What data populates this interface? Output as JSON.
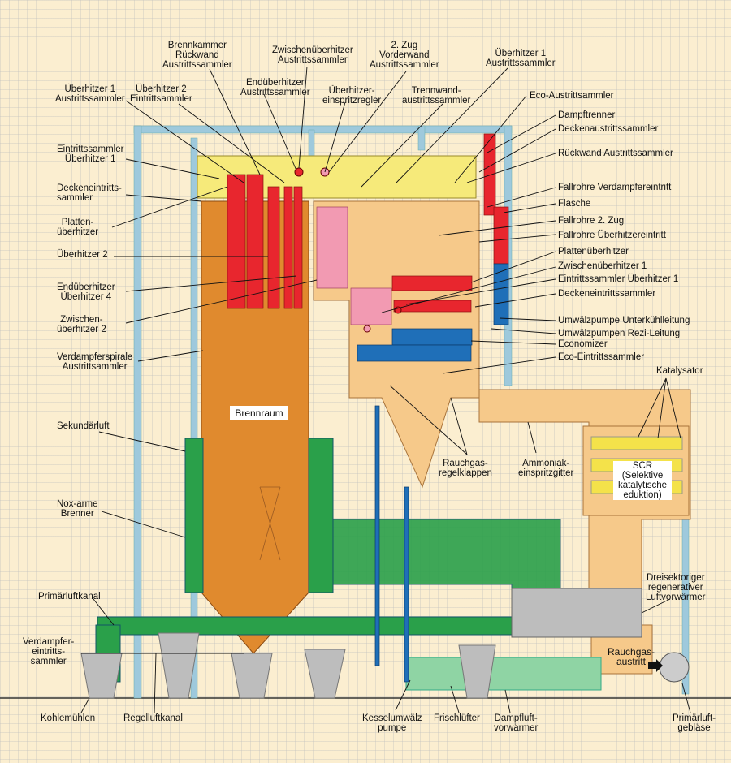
{
  "labels": {
    "brennkammer": [
      "Brennkammer",
      "Rückwand",
      "Austrittssammler"
    ],
    "zwue_austr": [
      "Zwischenüberhitzer",
      "Austrittssammler"
    ],
    "zug2": [
      "2. Zug",
      "Vorderwand",
      "Austrittssammler"
    ],
    "ue1_top": [
      "Überhitzer 1",
      "Austrittssammler"
    ],
    "ue1_left": [
      "Überhitzer 1",
      "Austrittssammler"
    ],
    "ue2_left": [
      "Überhitzer 2",
      "Eintrittsammler"
    ],
    "endue": [
      "Endüberhitzer",
      "Austrittssammler"
    ],
    "einspritz": [
      "Überhitzer-",
      "einspritzregler"
    ],
    "trennwand": [
      "Trennwand-",
      "austrittssammler"
    ],
    "eco_austr": "Eco-Austrittsammler",
    "dampftrenner": "Dampftrenner",
    "decke_austr": "Deckenaustrittssammler",
    "rueckwand": "Rückwand Austrittssammler",
    "eintritt_ue1": [
      "Eintrittssammler",
      "Überhitzer 1"
    ],
    "decken_eintr": [
      "Decken­eintritts-",
      "sammler"
    ],
    "fallrohre_verd": "Fallrohre Verdampfereintritt",
    "flasche": "Flasche",
    "fallrohre_2zug": "Fallrohre 2. Zug",
    "platten_ue": [
      "Platten-",
      "überhitzer"
    ],
    "fallrohre_ue": "Fallrohre Überhitzereintritt",
    "ue2": "Überhitzer 2",
    "plattenue_r": "Plattenüberhitzer",
    "zwue1": "Zwischenüberhitzer 1",
    "endue4": [
      "Endüberhitzer",
      "Überhitzer 4"
    ],
    "eintritt_ue1_r": "Eintrittssammler Überhitzer 1",
    "zwue2": [
      "Zwischen-",
      "überhitzer 2"
    ],
    "decken_eintr_r": "Deckeneintrittssammler",
    "umwaelz_unter": "Umwälzpumpe Unterkühlleitung",
    "verd_spirale": [
      "Verdampferspirale",
      "Austrittsammler"
    ],
    "umwaelz_rezi": "Umwälzpumpen Rezi-Leitung",
    "economizer": "Economizer",
    "eco_eintr": "Eco-Eintrittssammler",
    "katalysator": "Katalysator",
    "brennraum": "Brennraum",
    "sekundaer": "Sekundärluft",
    "rauchgas_klappen": [
      "Rauchgas-",
      "regelklappen"
    ],
    "ammoniak": [
      "Ammoniak-",
      "einspritzgitter"
    ],
    "scr": [
      "SCR",
      "(Selektive",
      "katalytische",
      "eduktion)"
    ],
    "nox": [
      "Nox-arme",
      "Brenner"
    ],
    "luvo": [
      "Dreisektoriger",
      "regenerativer",
      "Luftvorwärmer"
    ],
    "primaer_kanal": "Primärluftkanal",
    "verd_eintritt": [
      "Verdampfer-",
      "eintritts-",
      "sammler"
    ],
    "rauchgas_austritt": [
      "Rauchgas-",
      "austritt"
    ],
    "kohlemuehlen": "Kohlemühlen",
    "regelluft": "Regelluftkanal",
    "kesselumwaelz": [
      "Kesselumwälz",
      "pumpe"
    ],
    "frischluefter": "Frischlüfter",
    "dampfluft": [
      "Dampfluft-",
      "vorwärmer"
    ],
    "primaer_geblaese": [
      "Primärluft-",
      "gebläse"
    ]
  },
  "colors": {
    "furnace": "#e08a2e",
    "second_pass": "#f6c98a",
    "roof": "#f6ea7a",
    "superheater": "#e8262e",
    "reheater": "#f29ab2",
    "economizer_blue": "#1f6fb8",
    "steel": "#9ec9dc",
    "burner_green": "#2aa04a",
    "air_duct": "#8fd4a4",
    "scr_duct": "#f6c98a",
    "catalyst": "#f4e24a",
    "mill_grey": "#bdbdbd"
  }
}
